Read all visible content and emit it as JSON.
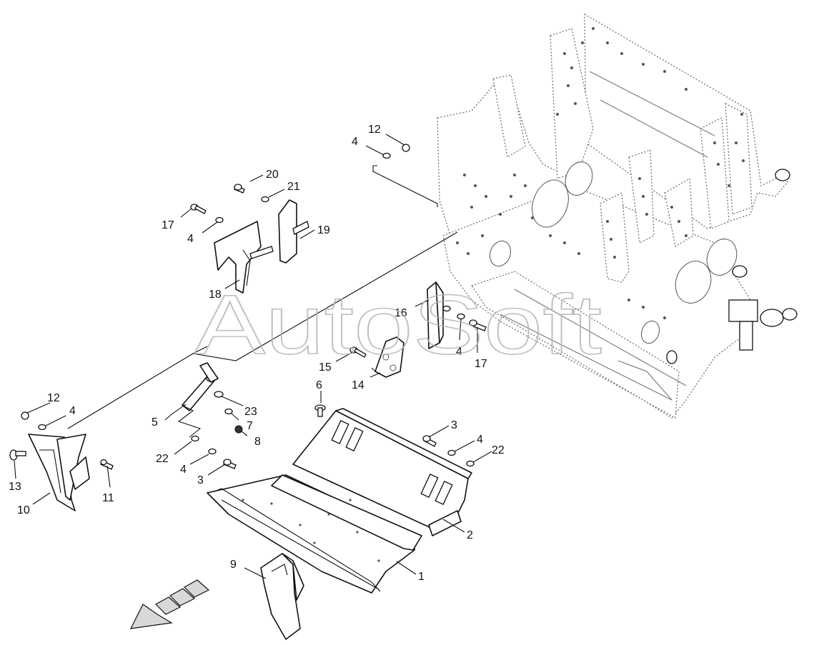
{
  "watermark": "AutoSoft",
  "callouts": [
    "12",
    "4",
    "20",
    "21",
    "17",
    "4",
    "19",
    "18",
    "16",
    "4",
    "17",
    "15",
    "14",
    "6",
    "12",
    "4",
    "23",
    "7",
    "5",
    "8",
    "3",
    "4",
    "22",
    "22",
    "4",
    "3",
    "13",
    "11",
    "10",
    "2",
    "9",
    "1"
  ]
}
